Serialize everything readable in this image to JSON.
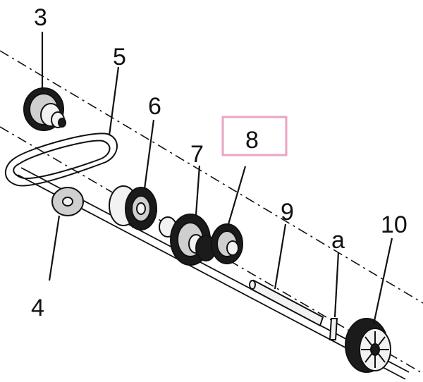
{
  "diagram": {
    "callouts": {
      "c3": "3",
      "c4": "4",
      "c5": "5",
      "c6": "6",
      "c7": "7",
      "c8": "8",
      "c9": "9",
      "ca": "a",
      "c10": "10"
    },
    "highlight_color": "#e7a6c4"
  }
}
